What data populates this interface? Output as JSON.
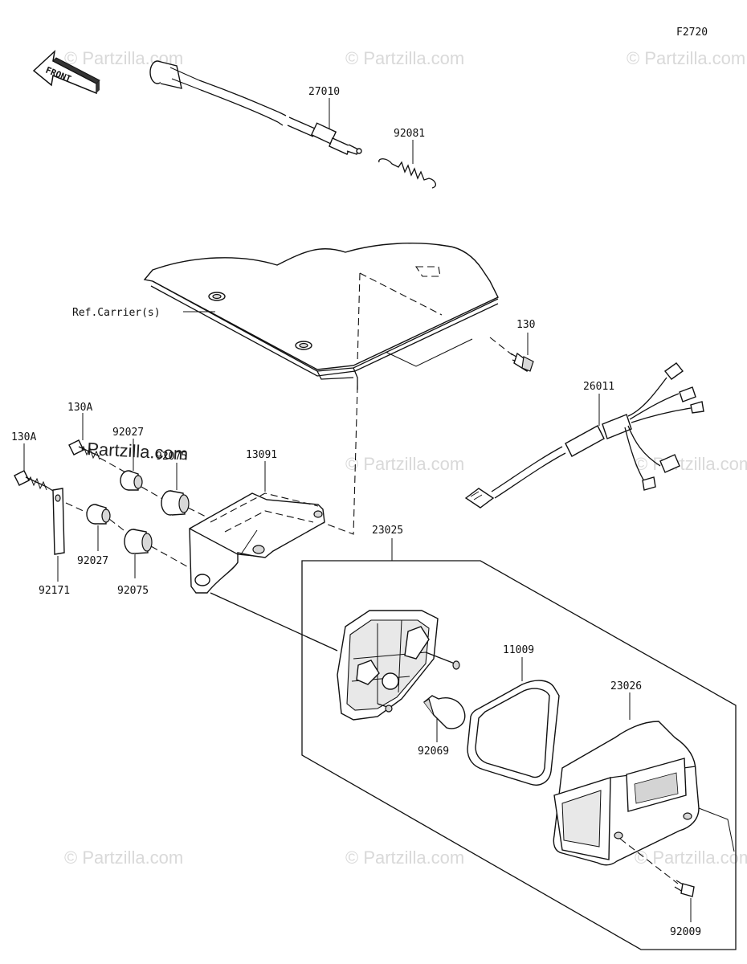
{
  "figure_code": "F2720",
  "front_arrow": "FRONT",
  "reference": "Ref.Carrier(s)",
  "watermarks": [
    "© Partzilla.com",
    "© Partzilla.com",
    "© Partzilla.com",
    "© Partzilla.com",
    "© Partzilla.com",
    "© Partzilla.com",
    "© Partzilla.com",
    "© Partzilla.com"
  ],
  "watermark_strong": "Partzilla.com",
  "part_labels": {
    "p27010": "27010",
    "p92081": "92081",
    "p130": "130",
    "p26011": "26011",
    "p130a_top": "130A",
    "p130a_left": "130A",
    "p92027_top": "92027",
    "p92075_top": "92075",
    "p13091": "13091",
    "p92171": "92171",
    "p92027_bottom": "92027",
    "p92075_bottom": "92075",
    "p23025": "23025",
    "p11009": "11009",
    "p23026": "23026",
    "p92069": "92069",
    "p92009": "92009"
  }
}
